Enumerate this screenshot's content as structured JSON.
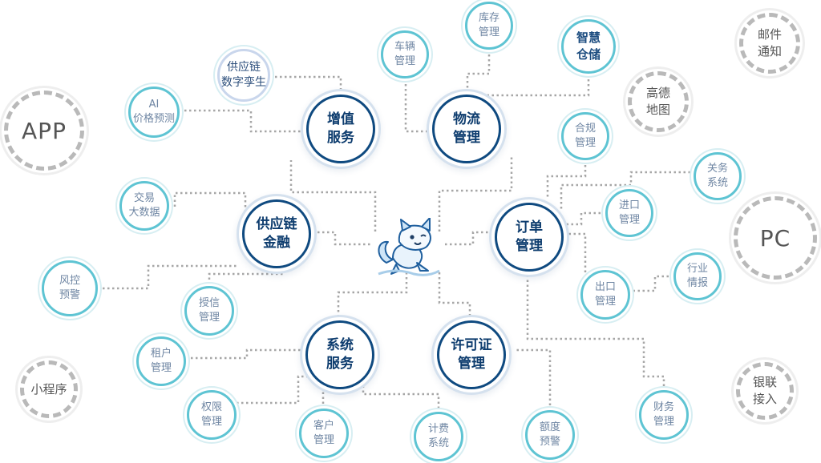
{
  "colors": {
    "core_border": "#0f4a80",
    "core_text": "#0d3c6e",
    "leaf_border": "#5ec4d3",
    "leaf_text": "#6f86a3",
    "platform_border": "#b9b9b9",
    "link": "#a6a6a6"
  },
  "center": {
    "icon": "fox-mascot-icon"
  },
  "core_nodes": [
    {
      "id": "value_added",
      "label": "增值\n服务"
    },
    {
      "id": "logistics",
      "label": "物流\n管理"
    },
    {
      "id": "supply_finance",
      "label": "供应链\n金融"
    },
    {
      "id": "order",
      "label": "订单\n管理"
    },
    {
      "id": "system",
      "label": "系统\n服务"
    },
    {
      "id": "license",
      "label": "许可证\n管理"
    }
  ],
  "leaf_nodes": [
    {
      "id": "supply_twin",
      "label": "供应链\n数字孪生"
    },
    {
      "id": "ai_pricing",
      "label": "AI\n价格预测"
    },
    {
      "id": "vehicle",
      "label": "车辆\n管理"
    },
    {
      "id": "stock",
      "label": "库存\n管理"
    },
    {
      "id": "smart_storage",
      "label": "智慧\n仓储"
    },
    {
      "id": "compliance",
      "label": "合规\n管理"
    },
    {
      "id": "customs",
      "label": "关务\n系统"
    },
    {
      "id": "import",
      "label": "进口\n管理"
    },
    {
      "id": "industry",
      "label": "行业\n情报"
    },
    {
      "id": "export",
      "label": "出口\n管理"
    },
    {
      "id": "finance",
      "label": "财务\n管理"
    },
    {
      "id": "trade_data",
      "label": "交易\n大数据"
    },
    {
      "id": "risk",
      "label": "风控\n预警"
    },
    {
      "id": "credit",
      "label": "授信\n管理"
    },
    {
      "id": "tenant",
      "label": "租户\n管理"
    },
    {
      "id": "permission",
      "label": "权限\n管理"
    },
    {
      "id": "customer",
      "label": "客户\n管理"
    },
    {
      "id": "billing",
      "label": "计费\n系统"
    },
    {
      "id": "quota",
      "label": "额度\n预警"
    }
  ],
  "platforms": [
    {
      "id": "app",
      "label": "APP"
    },
    {
      "id": "mini",
      "label": "小程序"
    },
    {
      "id": "pc",
      "label": "PC"
    },
    {
      "id": "mail",
      "label": "邮件\n通知"
    },
    {
      "id": "amap",
      "label": "高德\n地图"
    },
    {
      "id": "unionpay",
      "label": "银联\n接入"
    }
  ]
}
